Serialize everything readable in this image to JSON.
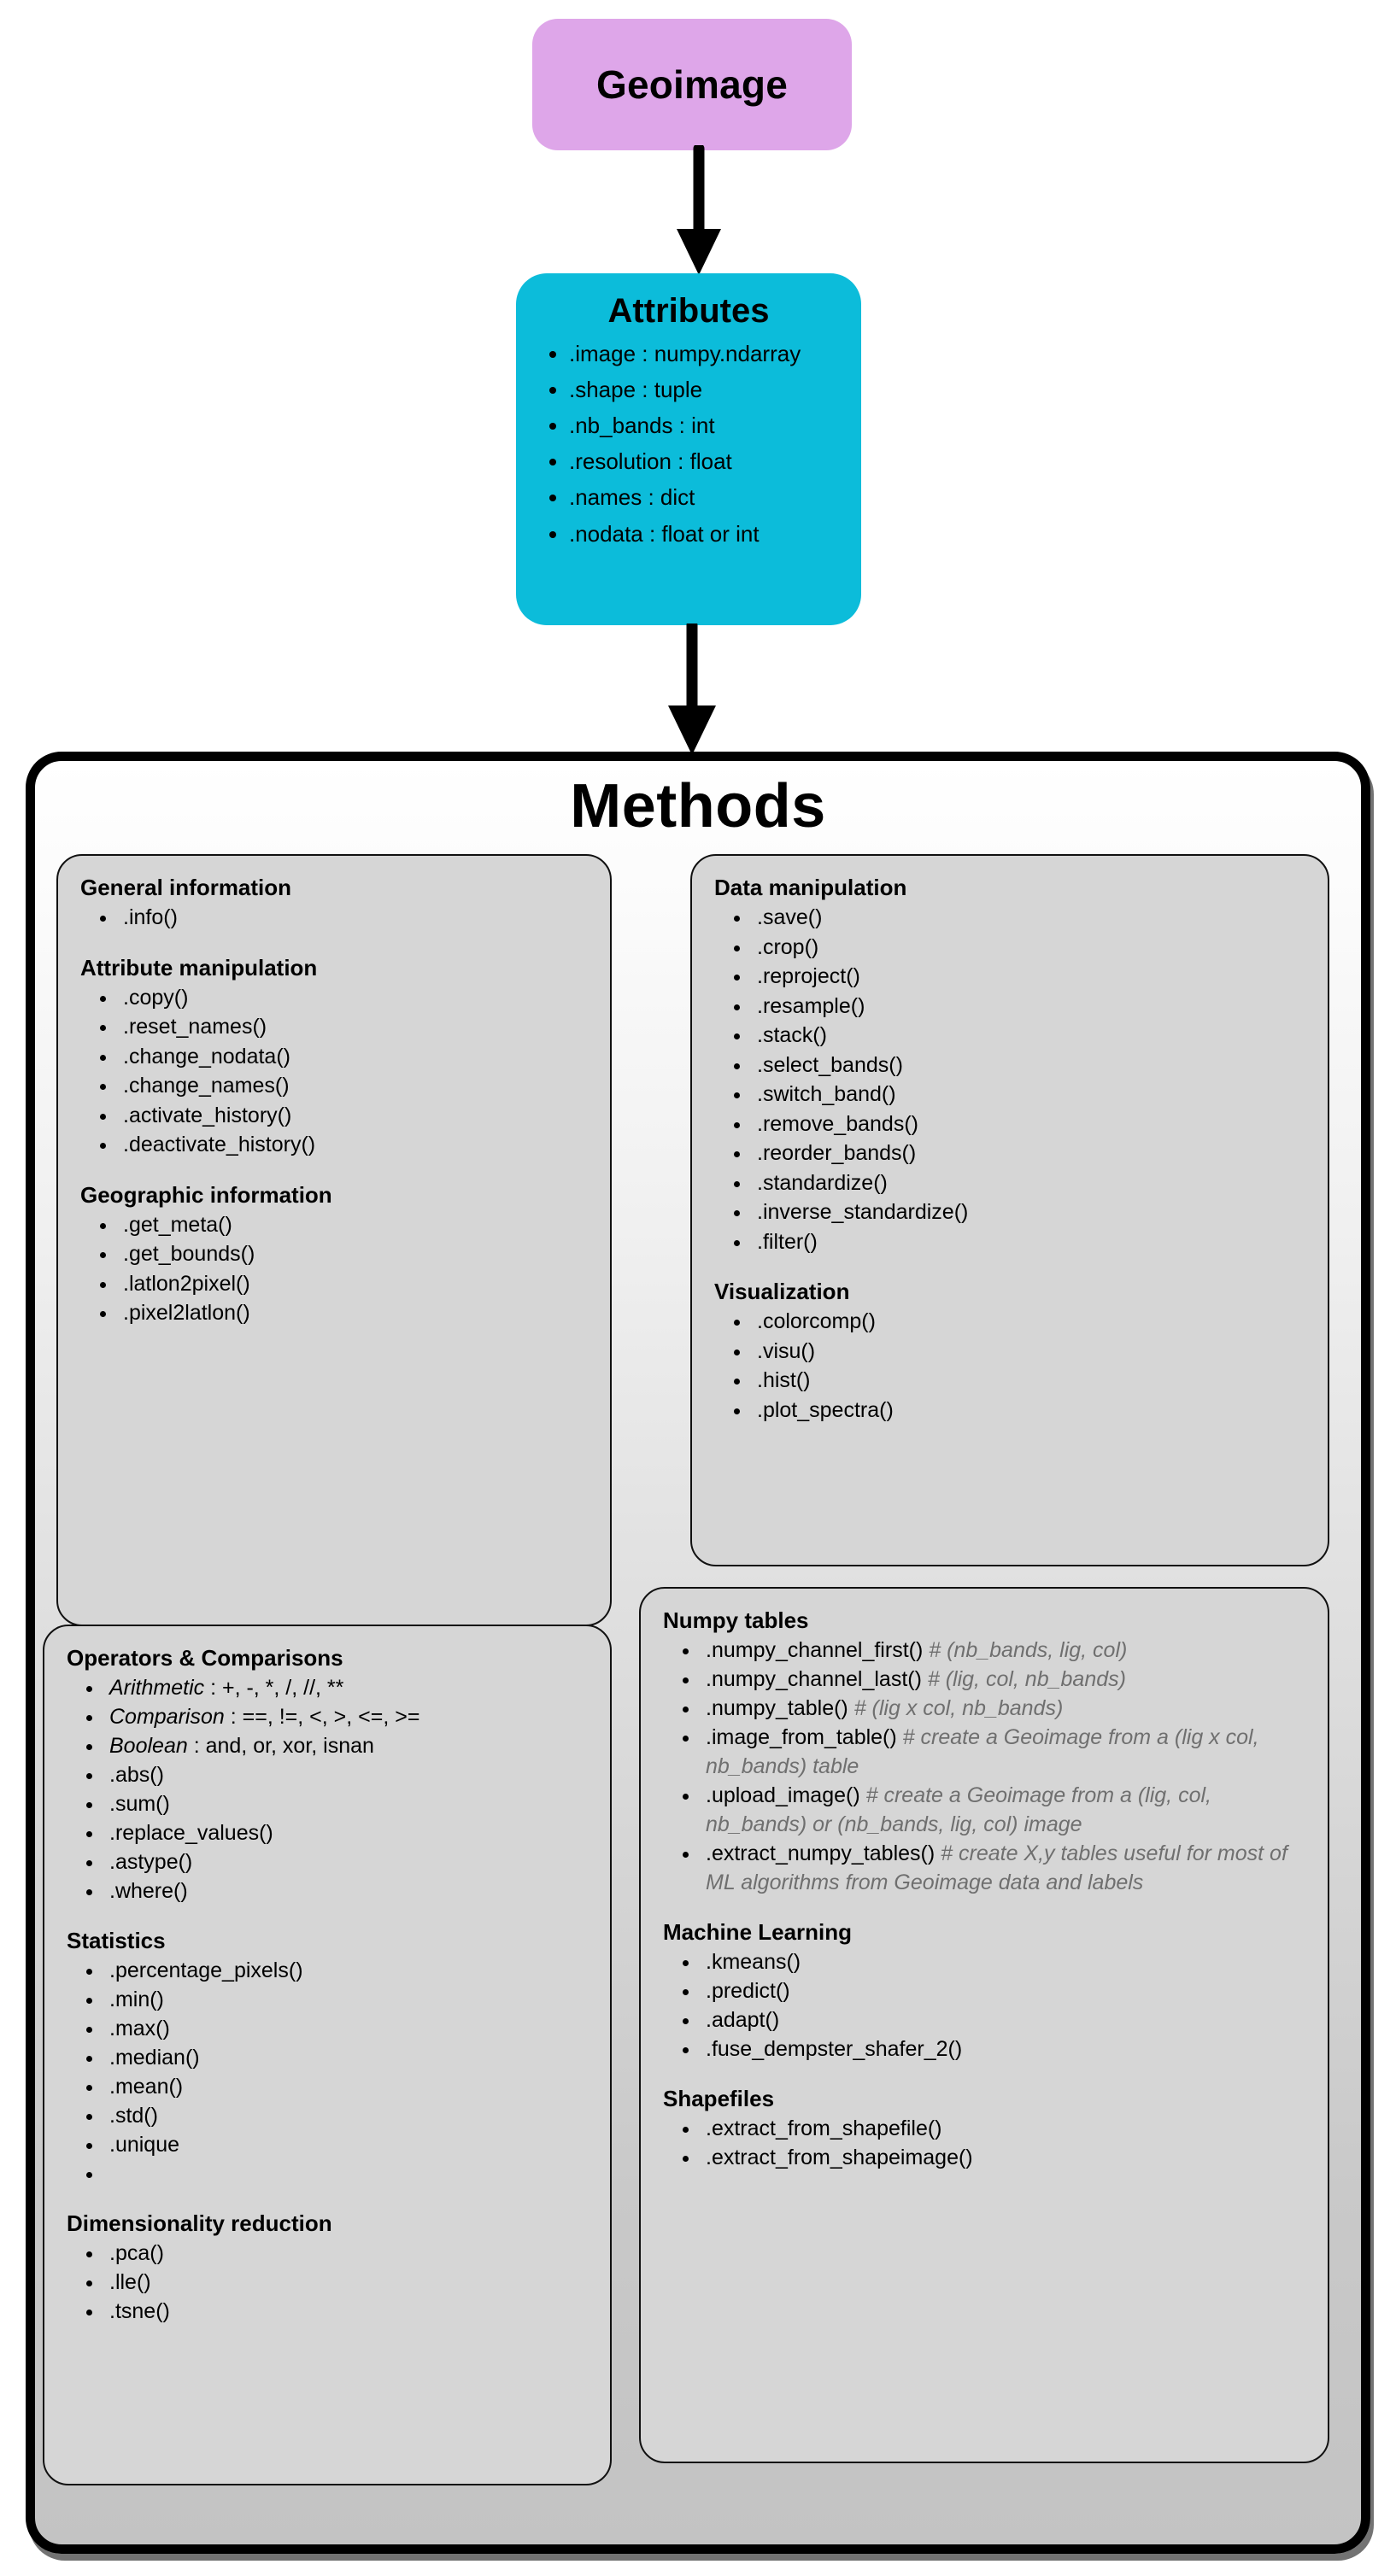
{
  "diagram": {
    "title_node": "Geoimage",
    "attributes": {
      "title": "Attributes",
      "items": [
        ".image : numpy.ndarray",
        ".shape : tuple",
        ".nb_bands : int",
        ".resolution : float",
        ".names : dict",
        ".nodata : float or int"
      ]
    },
    "methods": {
      "title": "Methods",
      "panels": {
        "left_top": {
          "groups": [
            {
              "heading": "General information",
              "items": [
                ".info()"
              ]
            },
            {
              "heading": "Attribute manipulation",
              "items": [
                ".copy()",
                ".reset_names()",
                ".change_nodata()",
                ".change_names()",
                ".activate_history()",
                ".deactivate_history()"
              ]
            },
            {
              "heading": "Geographic information",
              "items": [
                ".get_meta()",
                ".get_bounds()",
                ".latlon2pixel()",
                ".pixel2latlon()"
              ]
            }
          ]
        },
        "right_top": {
          "groups": [
            {
              "heading": "Data manipulation",
              "items": [
                ".save()",
                ".crop()",
                ".reproject()",
                ".resample()",
                ".stack()",
                ".select_bands()",
                ".switch_band()",
                ".remove_bands()",
                ".reorder_bands()",
                ".standardize()",
                ".inverse_standardize()",
                ".filter()"
              ]
            },
            {
              "heading": "Visualization",
              "items": [
                ".colorcomp()",
                ".visu()",
                ".hist()",
                ".plot_spectra()"
              ]
            }
          ]
        },
        "left_bottom": {
          "groups": [
            {
              "heading": "Operators & Comparisons",
              "items": [
                {
                  "term": "Arithmetic",
                  "rest": " : +, -,  *, /, //, **"
                },
                {
                  "term": "Comparison",
                  "rest": " : ==, !=, <, >, <=, >="
                },
                {
                  "term": "Boolean",
                  "rest": " : and, or, xor, isnan"
                },
                {
                  "text": ".abs()"
                },
                {
                  "text": ".sum()"
                },
                {
                  "text": ".replace_values()"
                },
                {
                  "text": ".astype()"
                },
                {
                  "text": ".where()"
                }
              ]
            },
            {
              "heading": "Statistics",
              "items": [
                {
                  "text": ".percentage_pixels()"
                },
                {
                  "text": ".min()"
                },
                {
                  "text": ".max()"
                },
                {
                  "text": ".median()"
                },
                {
                  "text": ".mean()"
                },
                {
                  "text": ".std()"
                },
                {
                  "text": ".unique"
                },
                {
                  "text": ""
                }
              ]
            },
            {
              "heading": "Dimensionality reduction",
              "items": [
                {
                  "text": ".pca()"
                },
                {
                  "text": ".lle()"
                },
                {
                  "text": ".tsne()"
                }
              ]
            }
          ]
        },
        "right_bottom": {
          "groups": [
            {
              "heading": "Numpy tables",
              "items": [
                {
                  "text": ".numpy_channel_first()",
                  "comment": "# (nb_bands, lig, col)"
                },
                {
                  "text": ".numpy_channel_last()",
                  "comment": "# (lig, col, nb_bands)"
                },
                {
                  "text": ".numpy_table()",
                  "comment": "# (lig x col, nb_bands)"
                },
                {
                  "text": ".image_from_table()",
                  "comment": "# create a Geoimage from a (lig x col, nb_bands) table"
                },
                {
                  "text": ".upload_image() ",
                  "comment": "# create a Geoimage from a (lig, col, nb_bands) or (nb_bands, lig, col) image"
                },
                {
                  "text": ".extract_numpy_tables()",
                  "comment": "# create X,y tables useful for most of ML algorithms from Geoimage data and labels"
                }
              ]
            },
            {
              "heading": "Machine Learning",
              "items": [
                {
                  "text": ".kmeans()"
                },
                {
                  "text": ".predict()"
                },
                {
                  "text": ".adapt()"
                },
                {
                  "text": ".fuse_dempster_shafer_2()"
                }
              ]
            },
            {
              "heading": "Shapefiles",
              "items": [
                {
                  "text": ".extract_from_shapefile()"
                },
                {
                  "text": ".extract_from_shapeimage()"
                }
              ]
            }
          ]
        }
      }
    },
    "colors": {
      "geoimage_fill": "#dea6e9",
      "attributes_fill": "#0cbcda",
      "panel_fill": "#d6d6d6",
      "comment_text": "#6f6f6f",
      "outline": "#000000"
    }
  }
}
